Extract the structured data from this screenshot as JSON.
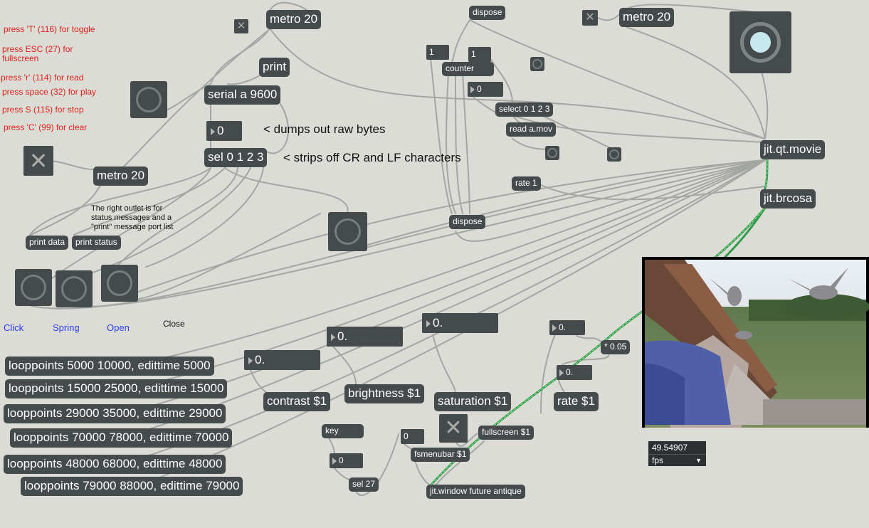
{
  "comments": {
    "toggle_key": "press 'T' (116) for toggle",
    "esc_key": "press ESC (27) for\nfullscreen",
    "read_key": "press 'r' (114) for read",
    "space_key": "press space (32) for play",
    "stop_key": "press S (115) for stop",
    "clear_key": "press 'C' (99) for clear",
    "dumps_raw": "< dumps out raw bytes",
    "strips_crlf": "< strips off CR and LF characters",
    "right_outlet": "The right outlet is for\nstatus messages and a\n\"print\" message port list",
    "close_label": "Close"
  },
  "links": {
    "click": "Click",
    "spring": "Spring",
    "open": "Open"
  },
  "objects": {
    "metro_top": "metro 20",
    "metro_right": "metro 20",
    "metro_left": "metro 20",
    "print": "print",
    "serial": "serial a 9600",
    "sel": "sel 0 1 2 3",
    "print_data": "print data",
    "print_status": "print status",
    "dispose_top": "dispose",
    "dispose_mid": "dispose",
    "counter": "counter",
    "select": "select 0 1 2 3",
    "read": "read a.mov",
    "rate1": "rate 1",
    "qtmovie": "jit.qt.movie",
    "brcosa": "jit.brcosa",
    "contrast": "contrast $1",
    "brightness": "brightness $1",
    "saturation": "saturation $1",
    "rate_msg": "rate $1",
    "mult": "* 0.05",
    "key": "key",
    "sel27": "sel 27",
    "fsmenubar": "fsmenubar $1",
    "fullscreen": "fullscreen $1",
    "window": "jit.window future antique"
  },
  "numbers": {
    "after_serial": "0",
    "counter_a": "1",
    "counter_b": "1",
    "counter_out": "0",
    "contrast_val": "0.",
    "brightness_val": "0.",
    "saturation_val": "0.",
    "rate_float_a": "0.",
    "rate_float_b": "0.",
    "key_num": "0",
    "fsmenubar_num": "0"
  },
  "looppoints": [
    "looppoints 5000 10000, edittime 5000",
    "looppoints 15000 25000, edittime 15000",
    "looppoints 29000 35000, edittime 29000",
    "looppoints 70000 78000, edittime 70000",
    "looppoints 48000 68000, edittime 48000",
    "looppoints 79000 88000, edittime 79000"
  ],
  "fps": {
    "value": "49.54907",
    "menu_label": "fps"
  },
  "toggle_icon": "x-icon",
  "button_icon": "circle-icon",
  "colors": {
    "canvas": "#dcdcd6",
    "object_bg": "#454a4c",
    "patch_cord": "#a3a6a3",
    "matrix_cord": "#2f9a4a",
    "red_comment": "#e0201b",
    "blue_link": "#2d3cf0",
    "active_button": "#c6e8ee"
  }
}
